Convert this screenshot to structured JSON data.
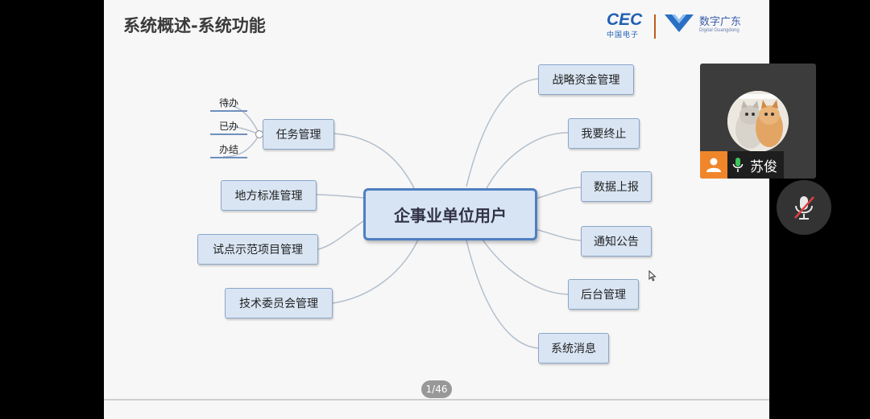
{
  "slide": {
    "title": "系统概述-系统功能",
    "logo_cec": "CEC",
    "logo_cec_sub": "中国电子",
    "logo_gd": "数字广东",
    "logo_gd_sub": "Digital Guangdong",
    "page_indicator": "1/46"
  },
  "mindmap": {
    "center": "企事业单位用户",
    "left_nodes": [
      "任务管理",
      "地方标准管理",
      "试点示范项目管理",
      "技术委员会管理"
    ],
    "task_leaves": [
      "待办",
      "已办",
      "办结"
    ],
    "right_nodes": [
      "战略资金管理",
      "我要终止",
      "数据上报",
      "通知公告",
      "后台管理",
      "系统消息"
    ]
  },
  "meeting": {
    "participant_name": "苏俊",
    "colors": {
      "user_badge": "#f0862a",
      "mic_active": "#3ec45a",
      "mic_muted": "#e04040"
    }
  }
}
